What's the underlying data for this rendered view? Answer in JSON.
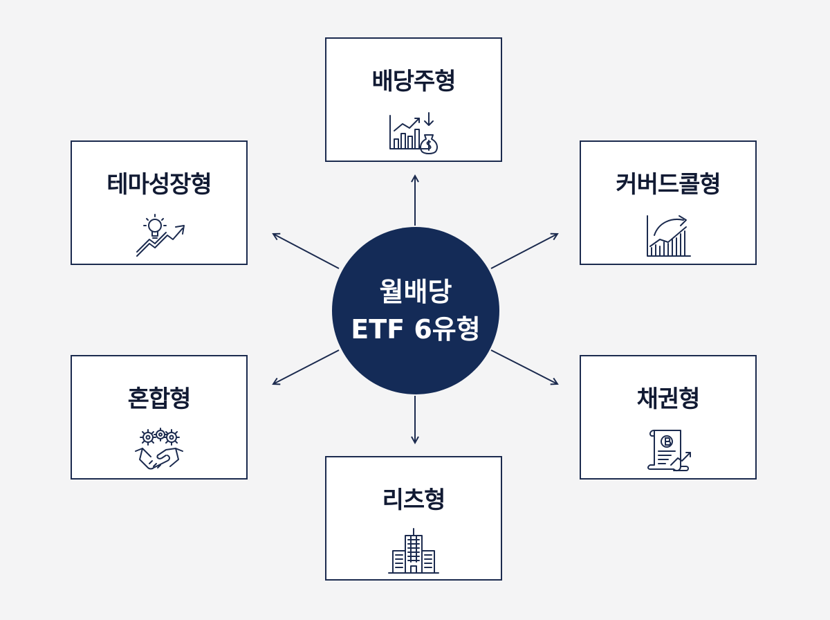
{
  "center": {
    "line1": "월배당",
    "line2": "ETF 6유형"
  },
  "nodes": [
    {
      "id": "dividend",
      "label": "배당주형",
      "icon": "dividend-chart-money-bag-icon"
    },
    {
      "id": "theme",
      "label": "테마성장형",
      "icon": "lightbulb-growth-arrow-icon"
    },
    {
      "id": "covered-call",
      "label": "커버드콜형",
      "icon": "covered-call-chart-icon"
    },
    {
      "id": "mixed",
      "label": "혼합형",
      "icon": "gears-handshake-icon"
    },
    {
      "id": "bond",
      "label": "채권형",
      "icon": "bond-document-icon"
    },
    {
      "id": "reits",
      "label": "리츠형",
      "icon": "office-building-icon"
    }
  ],
  "colors": {
    "navy": "#142b57",
    "border": "#1b2a4e",
    "background": "#f4f4f5"
  }
}
